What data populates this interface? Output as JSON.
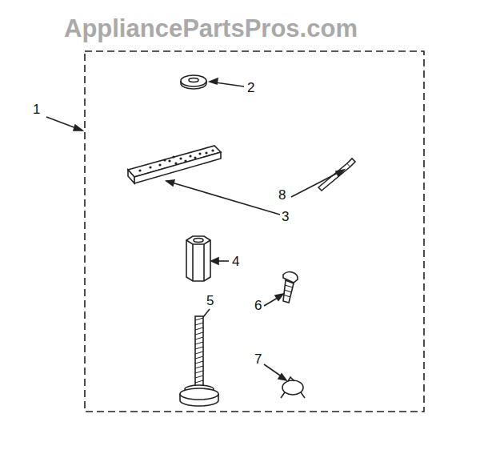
{
  "diagram": {
    "labels": [
      "AppliancePartsPros.com",
      "1",
      "2",
      "8",
      "3",
      "4",
      "5",
      "6",
      "7"
    ]
  }
}
